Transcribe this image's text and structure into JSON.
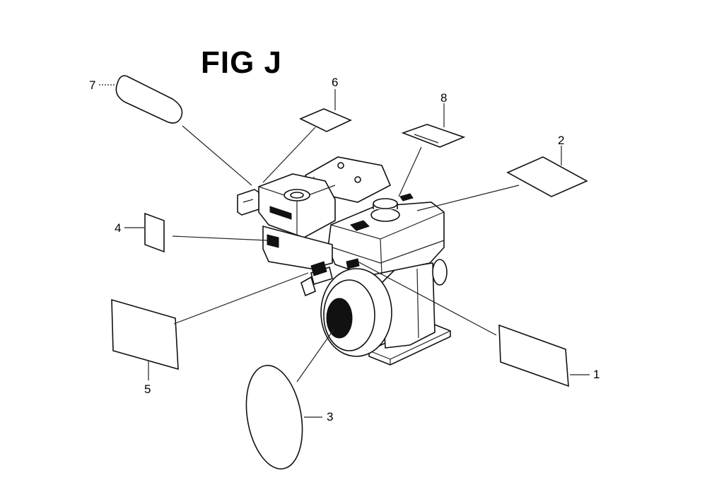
{
  "figure": {
    "title": "FIG J"
  },
  "callouts": [
    "1",
    "2",
    "3",
    "4",
    "5",
    "6",
    "7",
    "8"
  ]
}
